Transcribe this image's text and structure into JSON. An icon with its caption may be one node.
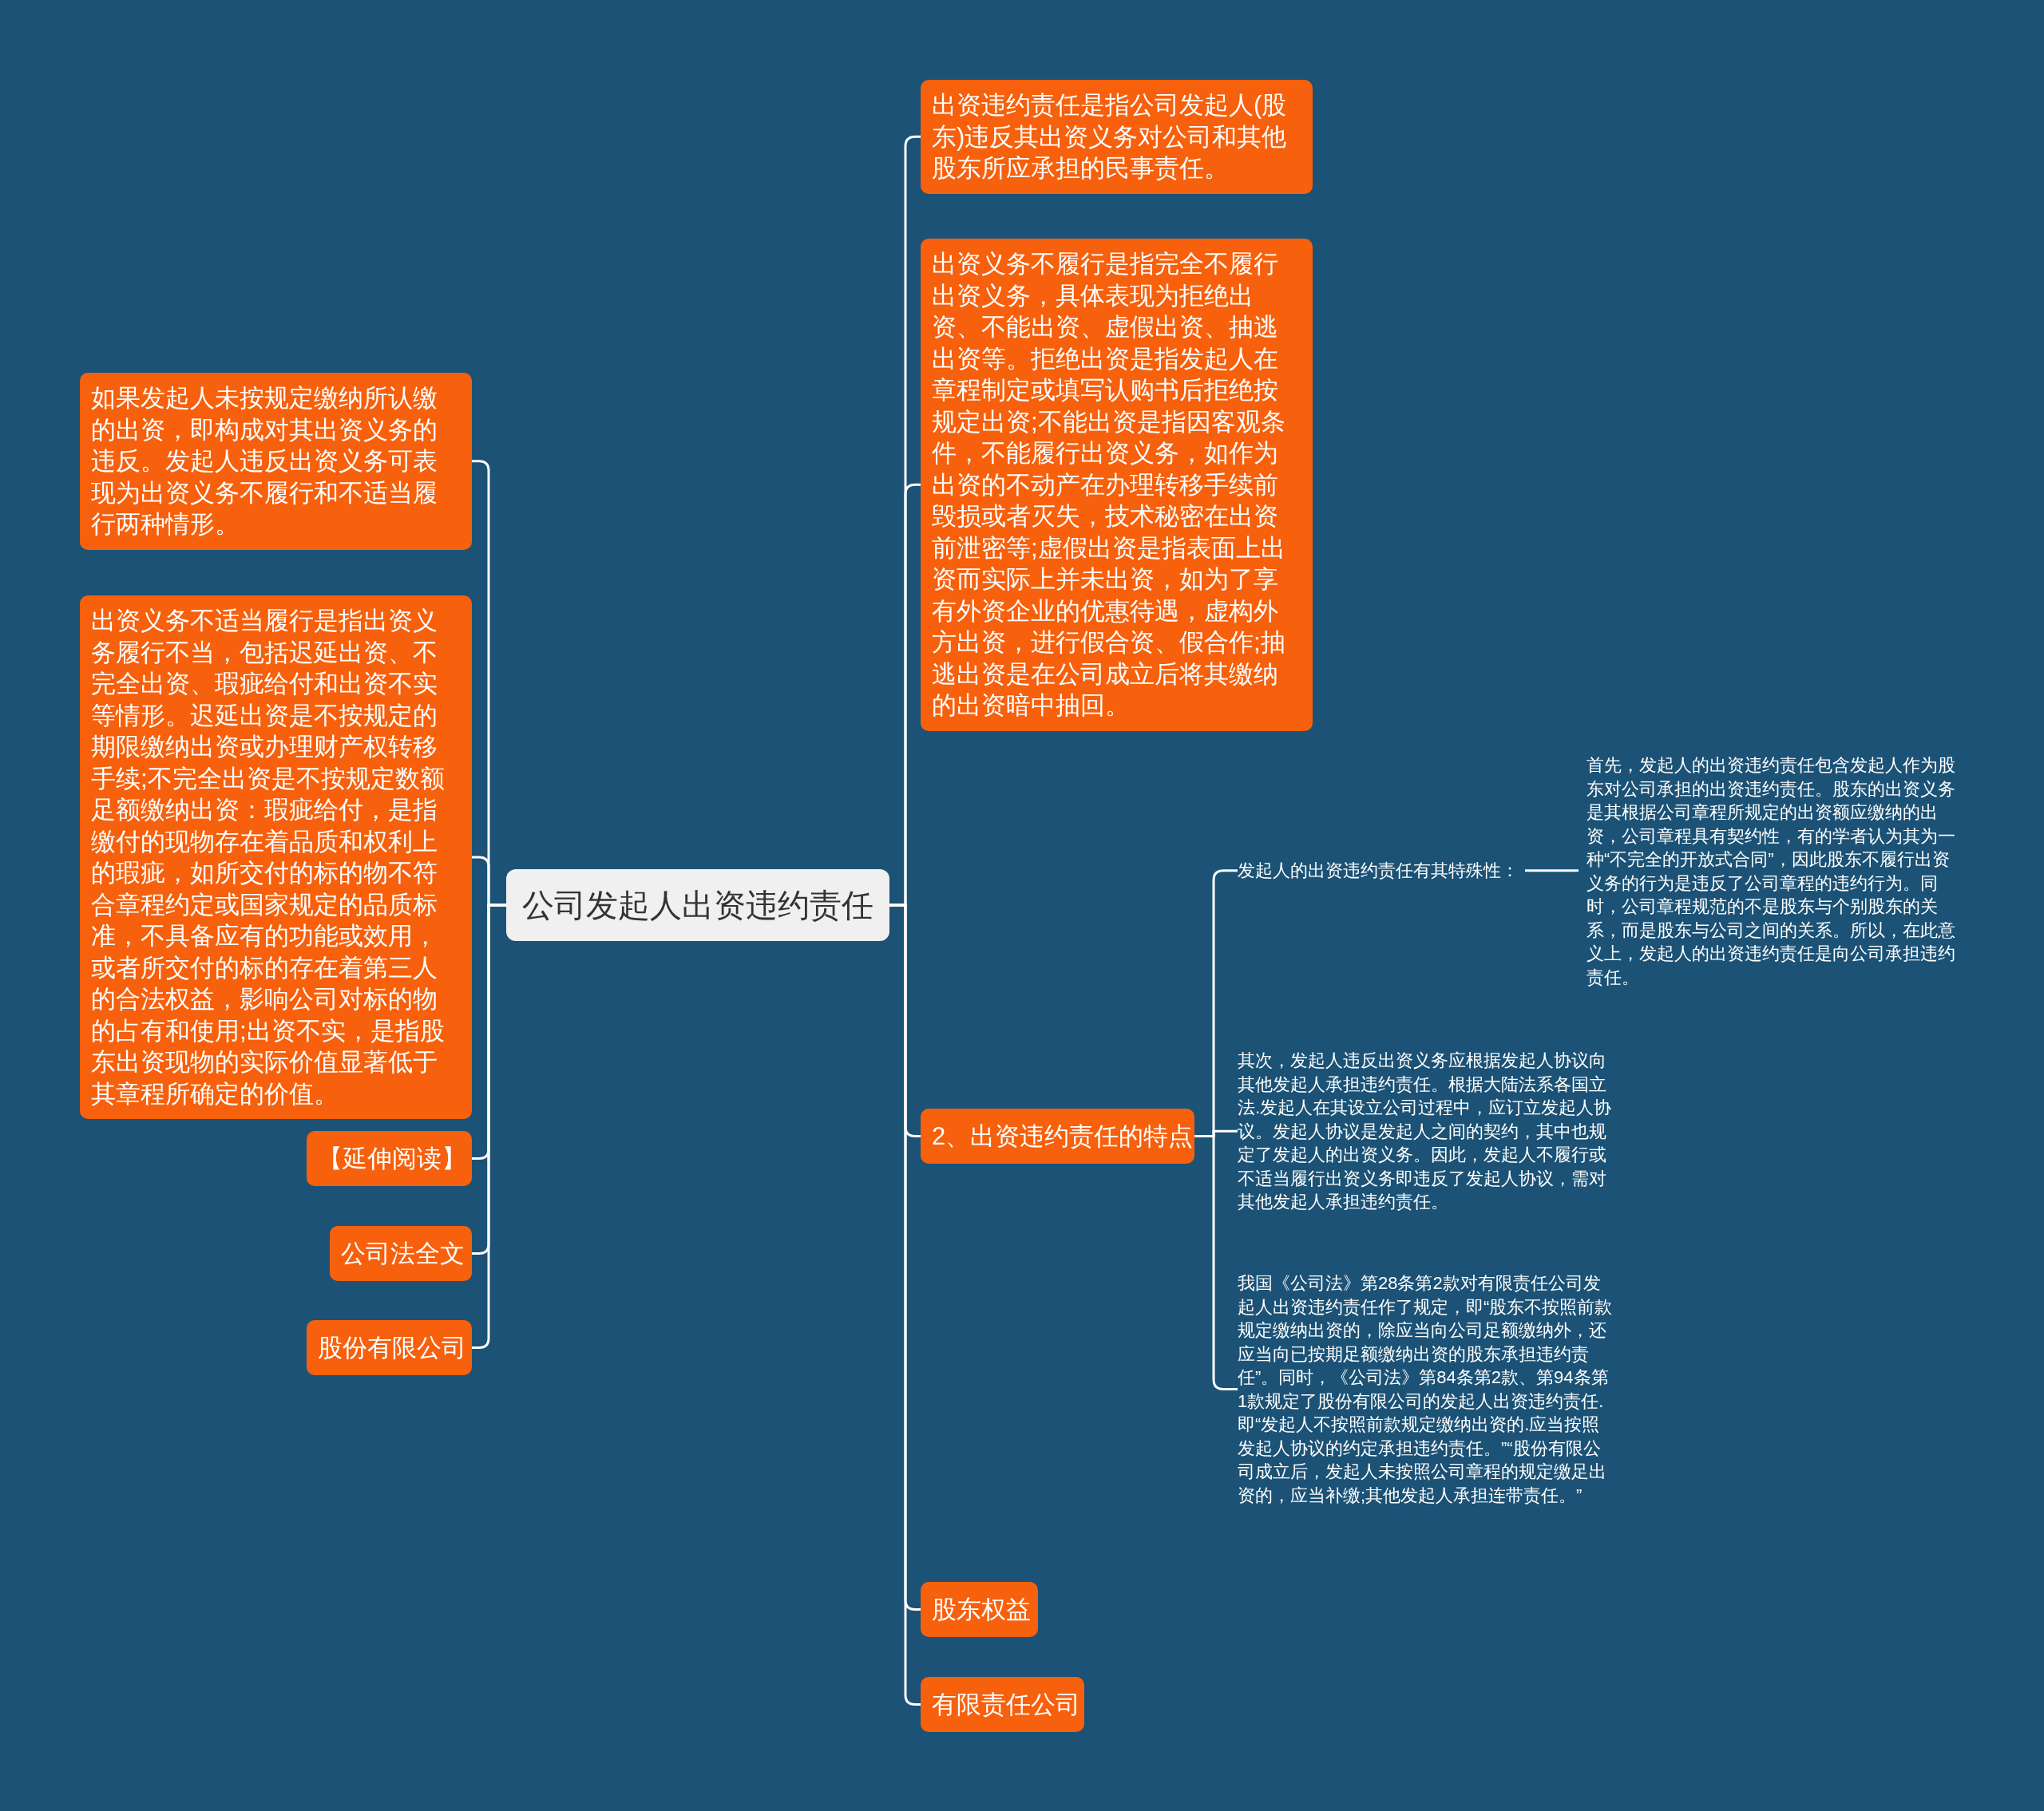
{
  "diagram": {
    "nodes": [
      {
        "text": [
          "公司发起人出资违约责任"
        ]
      },
      {
        "text": [
          "如果发起人未按规定缴纳所认缴的出资，即构成对其出资义务的违反。发起人违反出资义务可表现为出资义务不履行和不适当履行两种情形。"
        ]
      },
      {
        "text": [
          "出资义务不适当履行是指出资义务履行不当，包括迟延出资、不完全出资、瑕疵给付和出资不实等情形。迟延出资是不按规定的期限缴纳出资或办理财产权转移手续;不完全出资是不按规定数额足额缴纳出资：瑕疵给付，是指缴付的现物存在着品质和权利上的瑕疵，如所交付的标的物不符合章程约定或国家规定的品质标准，不具备应有的功能或效用，或者所交付的标的存在着第三人的合法权益，影响公司对标的物的占有和使用;出资不实，是指股东出资现物的实际价值显著低于其章程所确定的价值。"
        ]
      },
      {
        "text": [
          "【延伸阅读】"
        ]
      },
      {
        "text": [
          "公司法全文"
        ]
      },
      {
        "text": [
          "股份有限公司"
        ]
      },
      {
        "text": [
          "出资违约责任是指公司发起人(股东)违反其出资义务对公司和其他股东所应承担的民事责任。"
        ]
      },
      {
        "text": [
          "出资义务不履行是指完全不履行出资义务，具体表现为拒绝出资、不能出资、虚假出资、抽逃出资等。拒绝出资是指发起人在章程制定或填写认购书后拒绝按规定出资;不能出资是指因客观条件，不能履行出资义务，如作为出资的不动产在办理转移手续前毁损或者灭失，技术秘密在出资前泄密等;虚假出资是指表面上出资而实际上并未出资，如为了享有外资企业的优惠待遇，虚构外方出资，进行假合资、假合作;抽逃出资是在公司成立后将其缴纳的出资暗中抽回。"
        ]
      },
      {
        "text": [
          "2、出资违约责任的特点"
        ]
      },
      {
        "text": [
          "发起人的出资违约责任有其特殊性："
        ]
      },
      {
        "text": [
          "首先，发起人的出资违约责任包含发起人作为股东对公司承担的出资违约责任。股东的出资义务是其根据公司章程所规定的出资额应缴纳的出资，公司章程具有契约性，有的学者认为其为一种“不完全的开放式合同”，因此股东不履行出资义务的行为是违反了公司章程的违约行为。同时，公司章程规范的不是股东与个别股东的关系，而是股东与公司之间的关系。所以，在此意义上，发起人的出资违约责任是向公司承担违约责任。"
        ]
      },
      {
        "text": [
          "其次，发起人违反出资义务应根据发起人协议向其他发起人承担违约责任。根据大陆法系各国立法.发起人在其设立公司过程中，应订立发起人协议。发起人协议是发起人之间的契约，其中也规定了发起人的出资义务。因此，发起人不履行或不适当履行出资义务即违反了发起人协议，需对其他发起人承担违约责任。"
        ]
      },
      {
        "text": [
          "我国《公司法》第28条第2款对有限责任公司发起人出资违约责任作了规定，即“股东不按照前款规定缴纳出资的，除应当向公司足额缴纳外，还应当向已按期足额缴纳出资的股东承担违约责任”。同时，《公司法》第84条第2款、第94条第1款规定了股份有限公司的发起人出资违约责任.即“发起人不按照前款规定缴纳出资的.应当按照发起人协议的约定承担违约责任。”“股份有限公司成立后，发起人未按照公司章程的规定缴足出资的，应当补缴;其他发起人承担连带责任。”"
        ]
      },
      {
        "text": [
          "股东权益"
        ]
      },
      {
        "text": [
          "有限责任公司"
        ]
      }
    ],
    "edges": [
      {
        "from": 0,
        "to": 1,
        "arrow": "none"
      },
      {
        "from": 0,
        "to": 2,
        "arrow": "none"
      },
      {
        "from": 0,
        "to": 3,
        "arrow": "none"
      },
      {
        "from": 0,
        "to": 4,
        "arrow": "none"
      },
      {
        "from": 0,
        "to": 5,
        "arrow": "none"
      },
      {
        "from": 0,
        "to": 6,
        "arrow": "none"
      },
      {
        "from": 0,
        "to": 7,
        "arrow": "none"
      },
      {
        "from": 0,
        "to": 8,
        "arrow": "none"
      },
      {
        "from": 8,
        "to": 9,
        "arrow": "none"
      },
      {
        "from": 9,
        "to": 10,
        "arrow": "none"
      },
      {
        "from": 8,
        "to": 11,
        "arrow": "none"
      },
      {
        "from": 8,
        "to": 12,
        "arrow": "none"
      },
      {
        "from": 0,
        "to": 13,
        "arrow": "none"
      },
      {
        "from": 0,
        "to": 14,
        "arrow": "none"
      }
    ]
  }
}
